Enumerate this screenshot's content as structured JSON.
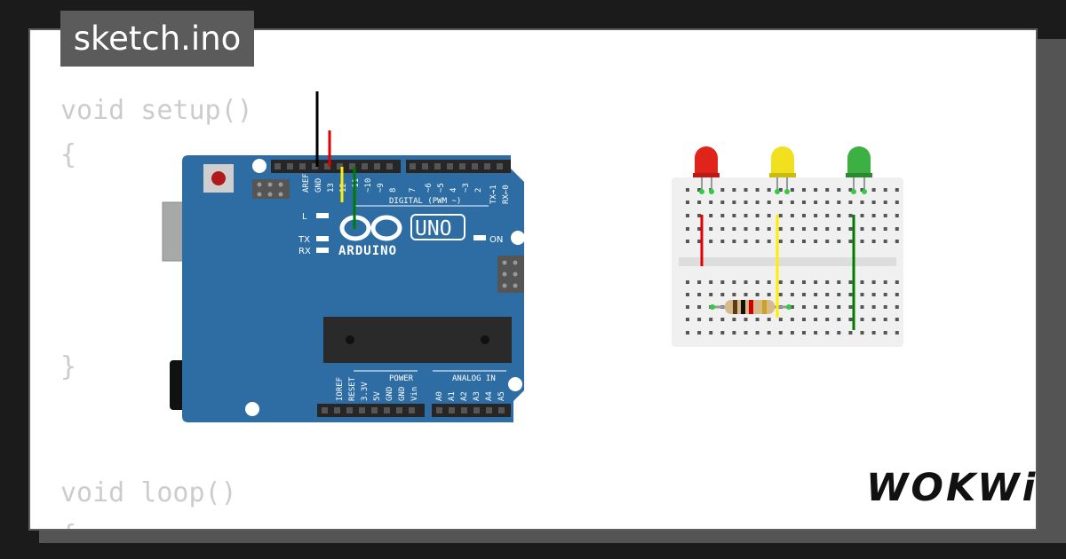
{
  "tab": {
    "filename": "sketch.ino"
  },
  "code_lines": [
    "void setup()",
    "{",
    "}",
    "void loop()",
    "{"
  ],
  "board": {
    "model": "UNO",
    "brand": "ARDUINO",
    "top_labels": [
      "AREF",
      "GND",
      "13",
      "12",
      "~11",
      "~10",
      "~9",
      "8",
      "7",
      "~6",
      "~5",
      "4",
      "~3",
      "2",
      "TX→1",
      "RX←0"
    ],
    "digital_label": "DIGITAL (PWM ~)",
    "led_labels": [
      "L",
      "TX",
      "RX",
      "ON"
    ],
    "power_title": "POWER",
    "power_pins": [
      "IOREF",
      "RESET",
      "3.3V",
      "5V",
      "GND",
      "GND",
      "Vin"
    ],
    "analog_title": "ANALOG IN",
    "analog_pins": [
      "A0",
      "A1",
      "A2",
      "A3",
      "A4",
      "A5"
    ]
  },
  "leds": [
    {
      "color": "red",
      "fill": "#e0241c"
    },
    {
      "color": "yellow",
      "fill": "#f0e020"
    },
    {
      "color": "green",
      "fill": "#3cb043"
    }
  ],
  "colors": {
    "board": "#2e6da4",
    "breadboard": "#f0f0f0",
    "wire_red": "#e00000",
    "wire_yellow": "#ffee00",
    "wire_green": "#007a00",
    "wire_black": "#000000"
  },
  "brand_logo": "WOKWi"
}
